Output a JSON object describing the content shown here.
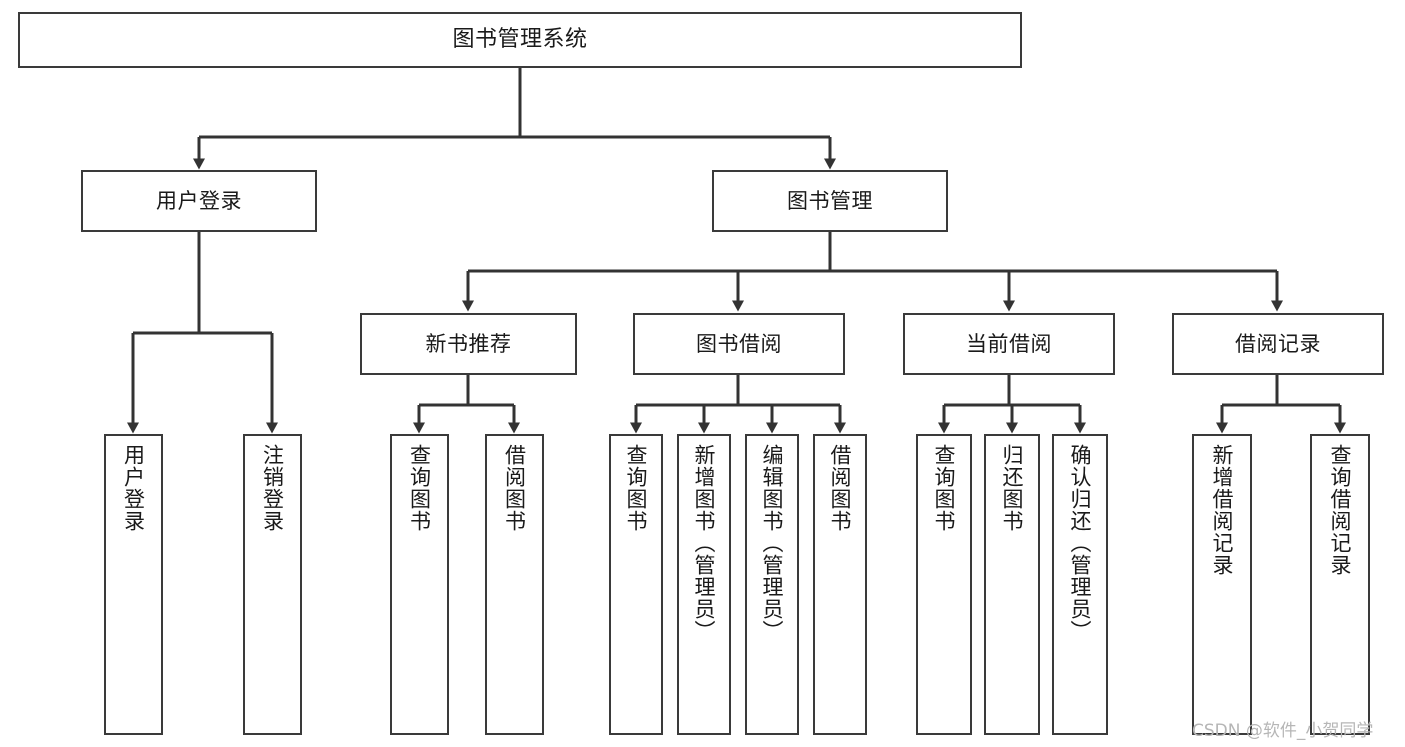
{
  "diagram": {
    "type": "tree-hierarchy-chart",
    "title": "图书管理系统",
    "watermark": "CSDN @软件_小贺同学",
    "colors": {
      "box_border": "#3a3a3a",
      "box_fill": "#ffffff",
      "connector": "#333333",
      "text": "#1a1a1a",
      "watermark": "#b6b6b6",
      "background": "#ffffff"
    },
    "levels": {
      "root": {
        "label": "图书管理系统"
      },
      "level2": [
        {
          "label": "用户登录"
        },
        {
          "label": "图书管理"
        }
      ],
      "level3": [
        {
          "label": "新书推荐"
        },
        {
          "label": "图书借阅"
        },
        {
          "label": "当前借阅"
        },
        {
          "label": "借阅记录"
        }
      ],
      "leaves": {
        "user_login": [
          {
            "label": "用户登录"
          },
          {
            "label": "注销登录"
          }
        ],
        "new_book_recommend": [
          {
            "label": "查询图书"
          },
          {
            "label": "借阅图书"
          }
        ],
        "book_borrow": [
          {
            "label": "查询图书"
          },
          {
            "label": "新增图书（管理员）"
          },
          {
            "label": "编辑图书（管理员）"
          },
          {
            "label": "借阅图书"
          }
        ],
        "current_borrow": [
          {
            "label": "查询图书"
          },
          {
            "label": "归还图书"
          },
          {
            "label": "确认归还（管理员）"
          }
        ],
        "borrow_record": [
          {
            "label": "新增借阅记录"
          },
          {
            "label": "查询借阅记录"
          }
        ]
      }
    }
  }
}
